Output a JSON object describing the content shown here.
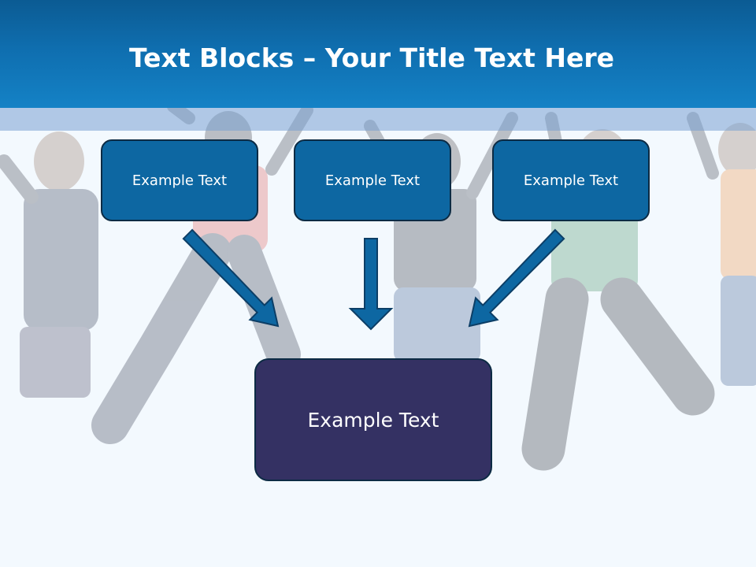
{
  "title": {
    "bold": "Text Blocks",
    "separator": " – ",
    "regular": "Your Title Text Here"
  },
  "boxes": {
    "top": [
      "Example Text",
      "Example Text",
      "Example Text"
    ],
    "main": "Example Text"
  },
  "colors": {
    "header": "#0f6eaf",
    "box_fill": "#0d67a2",
    "main_box_fill": "#343163",
    "arrow": "#0d67a2",
    "background": "#f3f9fe"
  }
}
